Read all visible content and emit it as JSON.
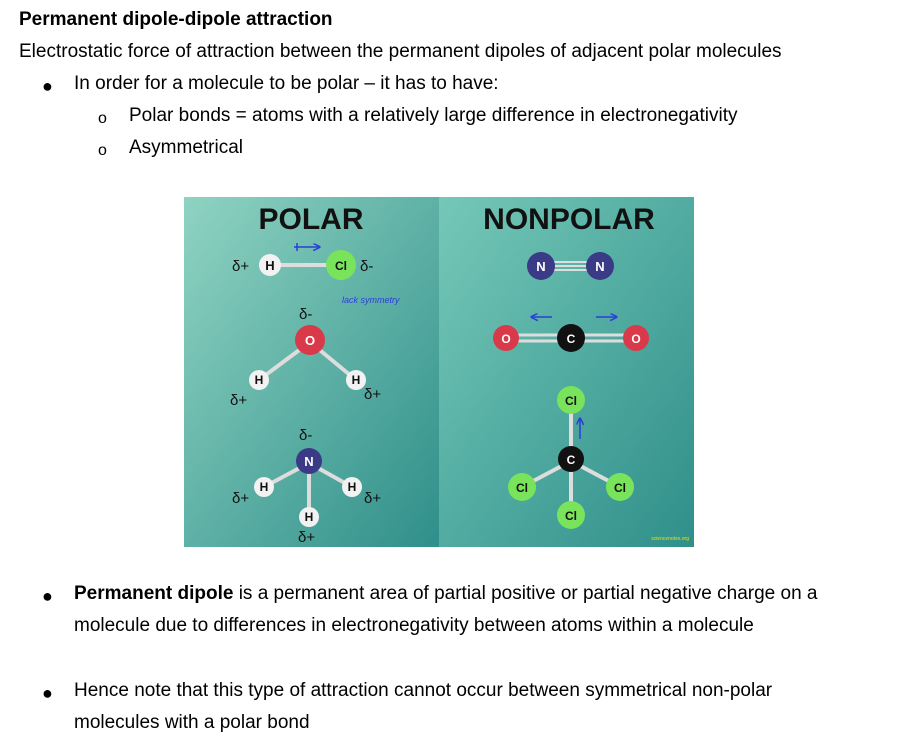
{
  "heading": "Permanent dipole-dipole attraction",
  "definition": "Electrostatic force of attraction between the permanent dipoles of adjacent polar molecules",
  "bullet1": {
    "text": "In order for a molecule to be polar – it has to have:",
    "sub": [
      "Polar bonds = atoms with a relatively large difference in electronegativity",
      "Asymmetrical"
    ]
  },
  "figure": {
    "polar_title": "POLAR",
    "nonpolar_title": "NONPOLAR",
    "atoms": {
      "H": "H",
      "Cl": "Cl",
      "O": "O",
      "N": "N",
      "C": "C"
    },
    "charges": {
      "plus": "δ+",
      "minus": "δ-"
    },
    "annotation": "lack symmetry",
    "watermark": "sciencenotes.org",
    "colors": {
      "bg": "#5fb9a8",
      "O": "#d83a4a",
      "Cl": "#7ae35c",
      "H": "#f2f2f2",
      "N": "#3a3a86",
      "C": "#111111",
      "arrow": "#2a3fd6"
    }
  },
  "bullet2": {
    "bold": "Permanent dipole",
    "rest_line1": " is a permanent area of partial positive or partial negative charge on a",
    "line2": "molecule due to differences in electronegativity between atoms within a molecule"
  },
  "bullet3": {
    "line1": "Hence note that this type of attraction cannot occur between symmetrical non-polar",
    "line2": "molecules with a polar bond"
  }
}
